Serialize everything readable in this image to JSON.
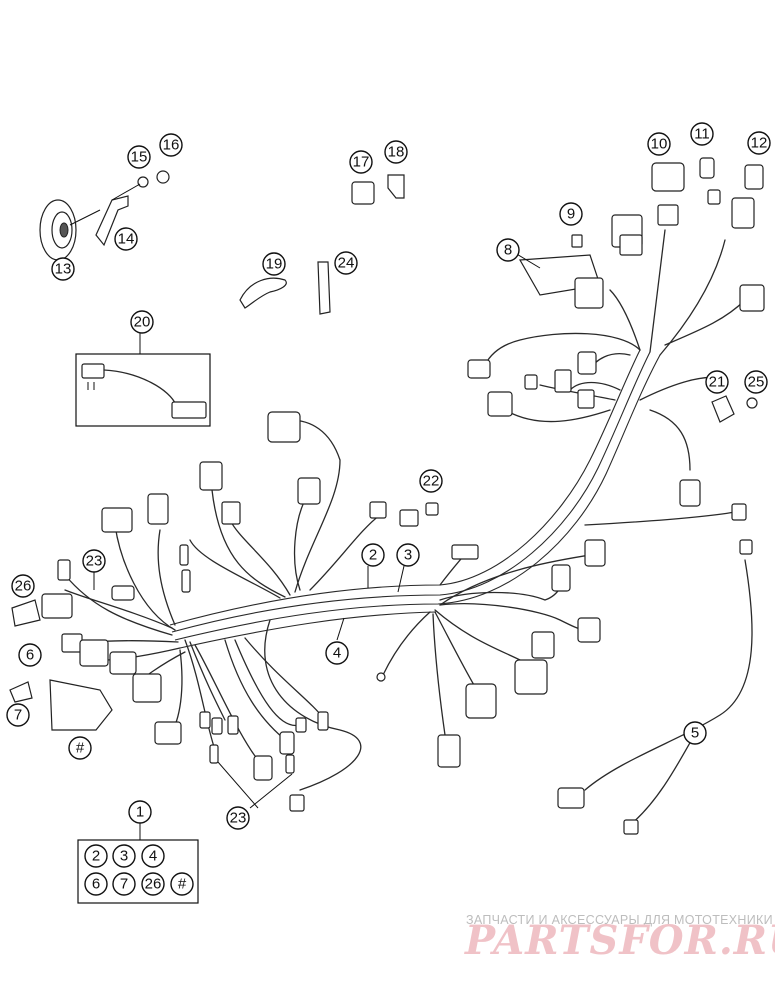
{
  "callouts": [
    {
      "id": "c1",
      "label": "1"
    },
    {
      "id": "c2",
      "label": "2"
    },
    {
      "id": "c3",
      "label": "3"
    },
    {
      "id": "c4",
      "label": "4"
    },
    {
      "id": "c5",
      "label": "5"
    },
    {
      "id": "c6",
      "label": "6"
    },
    {
      "id": "c7",
      "label": "7"
    },
    {
      "id": "c8",
      "label": "8"
    },
    {
      "id": "c9",
      "label": "9"
    },
    {
      "id": "c10",
      "label": "10"
    },
    {
      "id": "c11",
      "label": "11"
    },
    {
      "id": "c12",
      "label": "12"
    },
    {
      "id": "c13",
      "label": "13"
    },
    {
      "id": "c14",
      "label": "14"
    },
    {
      "id": "c15",
      "label": "15"
    },
    {
      "id": "c16",
      "label": "16"
    },
    {
      "id": "c17",
      "label": "17"
    },
    {
      "id": "c18",
      "label": "18"
    },
    {
      "id": "c19",
      "label": "19"
    },
    {
      "id": "c20",
      "label": "20"
    },
    {
      "id": "c21",
      "label": "21"
    },
    {
      "id": "c22",
      "label": "22"
    },
    {
      "id": "c23a",
      "label": "23"
    },
    {
      "id": "c23b",
      "label": "23"
    },
    {
      "id": "c24",
      "label": "24"
    },
    {
      "id": "c25",
      "label": "25"
    },
    {
      "id": "c26",
      "label": "26"
    },
    {
      "id": "c-hash",
      "label": "#"
    }
  ],
  "kit_box": {
    "items": [
      "2",
      "3",
      "4",
      "6",
      "7",
      "26",
      "#"
    ]
  },
  "watermark": {
    "tagline": "ЗАПЧАСТИ И АКСЕССУАРЫ ДЛЯ МОТОТЕХНИКИ",
    "brand": "PARTSFOR.RU"
  }
}
